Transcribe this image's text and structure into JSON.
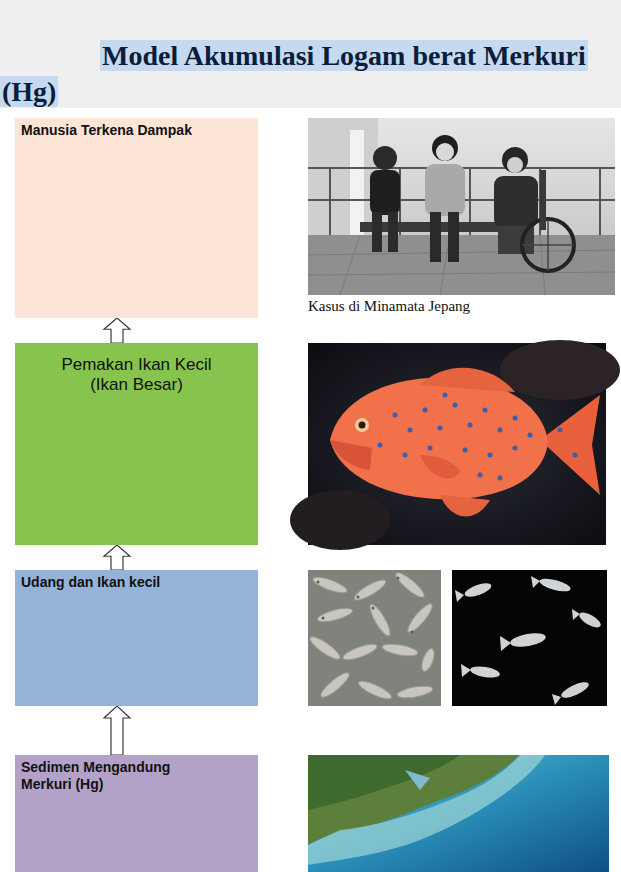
{
  "diagram": {
    "title": "Model Akumulasi Logam berat Merkuri (Hg)",
    "nodes": [
      {
        "text": [
          "Manusia Terkena Dampak"
        ]
      },
      {
        "text": [
          "Pemakan Ikan Kecil (Ikan Besar)"
        ]
      },
      {
        "text": [
          "Udang dan Ikan kecil"
        ]
      },
      {
        "text": [
          "Sedimen Mengandung Merkuri (Hg)"
        ]
      }
    ],
    "edges": [
      {
        "from": 3,
        "to": 2,
        "arrow": "to"
      },
      {
        "from": 2,
        "to": 1,
        "arrow": "to"
      },
      {
        "from": 1,
        "to": 0,
        "arrow": "to"
      }
    ],
    "labels": [
      "Kasus di Minamata Jepang"
    ]
  }
}
